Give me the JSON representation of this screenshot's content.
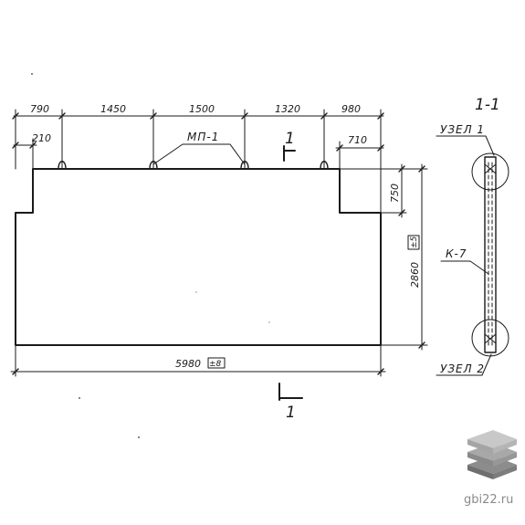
{
  "drawing": {
    "top_dimensions": [
      "790",
      "1450",
      "1500",
      "1320",
      "980"
    ],
    "sub_dimensions": {
      "left": "210",
      "right": "710"
    },
    "right_dimensions": {
      "step": "750",
      "height": "2860",
      "height_tol": "±5"
    },
    "bottom_dimension": {
      "length": "5980",
      "tol": "±8"
    },
    "embedded_part_label": "МП-1",
    "section_mark": "1",
    "section_title": "1-1",
    "node_top": "УЗЕЛ 1",
    "node_bottom": "УЗЕЛ 2",
    "rebar_label": "К-7"
  },
  "watermark": {
    "site": "gbi22.ru",
    "logo_icon": "stacked-slabs-icon",
    "colors": {
      "top": "#c8c8c8",
      "mid": "#a8a8a8",
      "bottom": "#8c8c8c"
    }
  }
}
